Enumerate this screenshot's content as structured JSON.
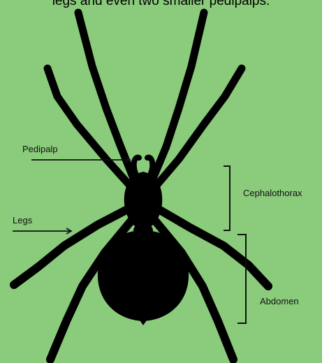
{
  "caption": "legs and even two smaller pedipalps.",
  "labels": {
    "pedipalp": "Pedipalp",
    "legs": "Legs",
    "cephalothorax": "Cephalothorax",
    "abdomen": "Abdomen"
  },
  "colors": {
    "background": "#8bcb7c",
    "silhouette": "#000000",
    "text": "#111111"
  }
}
